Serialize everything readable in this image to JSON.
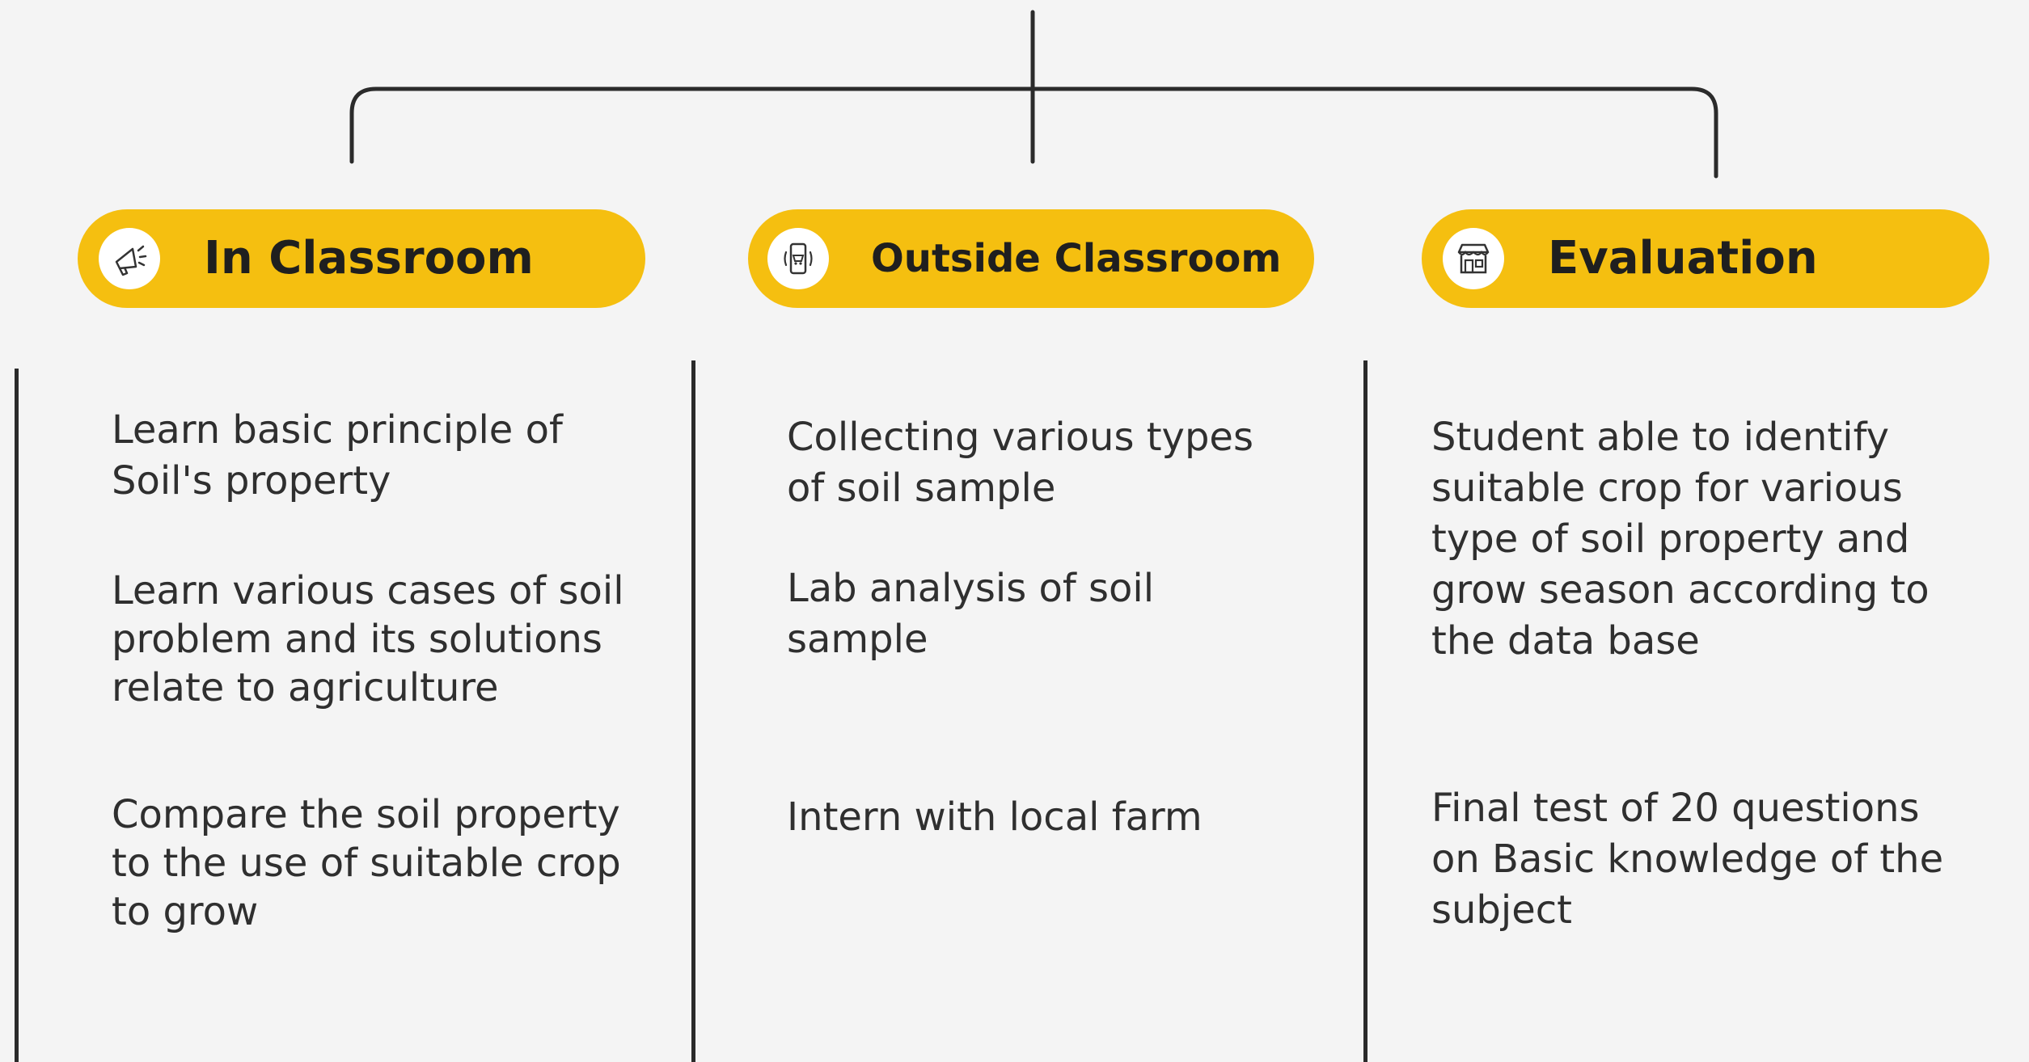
{
  "colors": {
    "background": "#f4f4f4",
    "pill": "#f5bf10",
    "line": "#2b2b2b",
    "text": "#2f2f2f"
  },
  "columns": [
    {
      "title": "In Classroom",
      "icon": "megaphone-icon",
      "items": [
        "Learn basic principle of\nSoil's property",
        "Learn various cases of soil\nproblem and its solutions\nrelate to agriculture",
        "Compare the soil property\nto the use of suitable crop\nto grow"
      ]
    },
    {
      "title": "Outside Classroom",
      "icon": "mobile-cart-icon",
      "items": [
        "Collecting various types\nof soil sample",
        "Lab analysis of soil\nsample",
        "Intern with local farm"
      ]
    },
    {
      "title": "Evaluation",
      "icon": "storefront-icon",
      "items": [
        "Student able to identify\nsuitable crop for various\ntype of soil property and\ngrow season according to\nthe data base",
        "Final test of 20 questions\non Basic knowledge of the\nsubject"
      ]
    }
  ]
}
